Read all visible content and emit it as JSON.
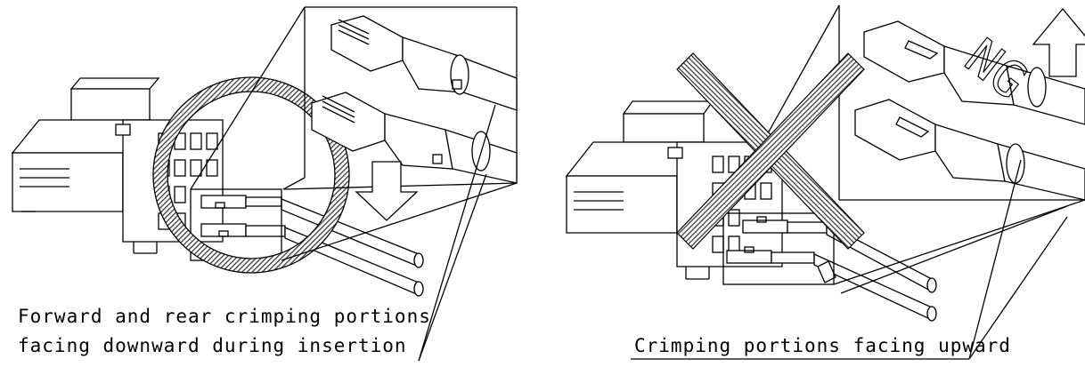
{
  "figure_left": {
    "caption_line1": "Forward and rear crimping portions",
    "caption_line2": "facing downward during insertion",
    "marker": "circle-ok-mark",
    "arrow": "down-arrow"
  },
  "figure_right": {
    "caption": "Crimping portions facing upward",
    "marker": "cross-ng-mark",
    "arrow": "up-arrow",
    "watermark": "NG"
  },
  "colors": {
    "line": "#000000",
    "hatch": "#444444",
    "background": "#ffffff"
  }
}
